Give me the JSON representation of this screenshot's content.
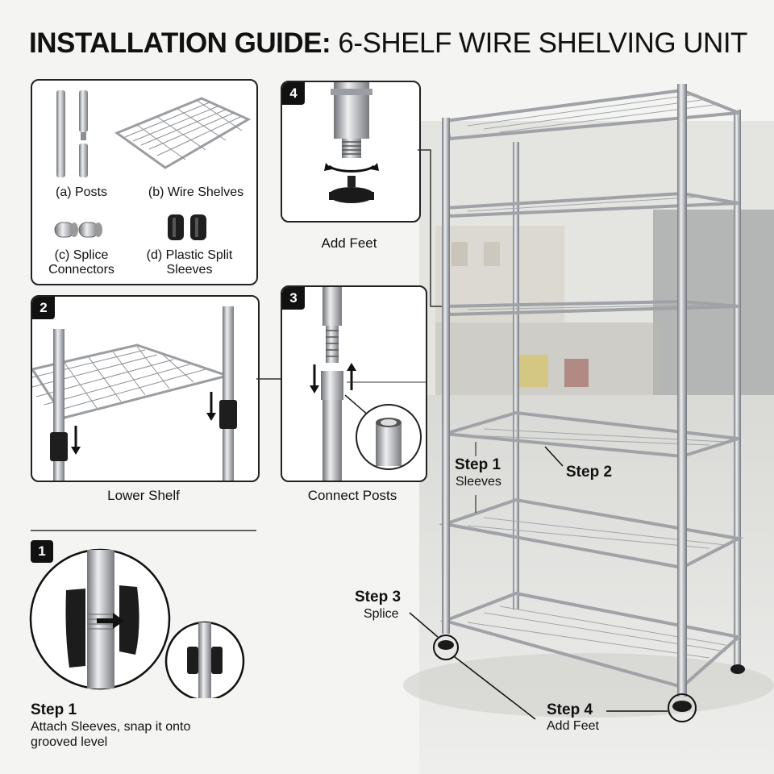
{
  "title": {
    "bold": "INSTALLATION GUIDE:",
    "normal": " 6-SHELF WIRE SHELVING UNIT"
  },
  "parts": {
    "posts": "(a) Posts",
    "shelves": "(b) Wire Shelves",
    "splice_line1": "(c) Splice",
    "splice_line2": "Connectors",
    "sleeves_line1": "(d) Plastic Split",
    "sleeves_line2": "Sleeves"
  },
  "panels": {
    "p4": {
      "badge": "4",
      "caption": "Add Feet"
    },
    "p3": {
      "badge": "3",
      "caption": "Connect Posts"
    },
    "p2": {
      "badge": "2",
      "caption": "Lower Shelf"
    },
    "p1": {
      "badge": "1",
      "heading": "Step 1",
      "desc_line1": "Attach Sleeves, snap it onto",
      "desc_line2": "grooved level"
    }
  },
  "callouts": {
    "step1": {
      "title": "Step 1",
      "sub": "Sleeves"
    },
    "step2": {
      "title": "Step 2"
    },
    "step3": {
      "title": "Step 3",
      "sub": "Splice"
    },
    "step4": {
      "title": "Step 4",
      "sub": "Add Feet"
    }
  },
  "colors": {
    "chrome": "#b9bcc0",
    "chrome_dark": "#6e7176",
    "ink": "#111111",
    "sleeve": "#222222"
  }
}
